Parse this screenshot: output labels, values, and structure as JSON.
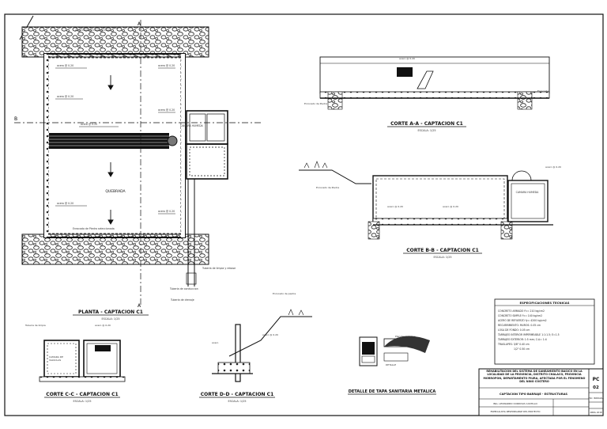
{
  "titles": {
    "plan": "PLANTA - CAPTACION C1",
    "section_aa": "CORTE A-A - CAPTACION C1",
    "section_bb": "CORTE B-B - CAPTACION C1",
    "section_cc": "CORTE C-C - CAPTACION C1",
    "section_dd": "CORTE D-D - CAPTACION C1",
    "detail": "DETALLE DE TAPA SANITARIA METALICA",
    "scale": "ESCALA: 1/25"
  },
  "labels": {
    "quebrada": "QUEBRADA",
    "camara_humeda": "CAMARA HUMEDA",
    "camara_valvulas": "CAMARA DE VALVULAS"
  },
  "specs": {
    "heading": "ESPECIFICACIONES TECNICAS",
    "lines": [
      "CONCRETO ARMADO f'c= 210 kg/cm2",
      "CONCRETO SIMPLE f'c= 140 kg/cm2",
      "ACERO DE REFUERZO fy= 4200 kg/cm2",
      "RECUBRIMIENTO: MUROS: 0.05 cm",
      "LOSA DE FONDO: 0.05 cm",
      "TARRAJEO INTERIOR IMPERMEABLE 1:1:1.5; E=1.5",
      "TARRAJEO EXTERIOR: 1:5 mm; C:A= 1:4",
      "TRASLAPES: 3/8\" 0.40 cm",
      "1/2\" 0.50 cm"
    ]
  },
  "titleblock": {
    "project": "REHABILITACION DEL SISTEMA DE SANEAMIENTO BASICO EN LA LOCALIDAD DE LA PROVINCIA, DISTRITO CHALACO, PROVINCIA MORROPON, DEPARTAMENTO PIURA, AFECTADA POR EL FENOMENO DEL NINO COSTERO",
    "sheet_title": "CAPTACION TIPO BARRAJE - ESTRUCTURAS",
    "engineer": "ING. LEONARDO CORDOVA CASTILLO",
    "subtitle": "ESPECIALISTA RESPONSABLE DEL PROYECTO",
    "code": "PC",
    "number": "02",
    "scale": "ESC: INDICADA",
    "date": "ABRIL 2018"
  }
}
